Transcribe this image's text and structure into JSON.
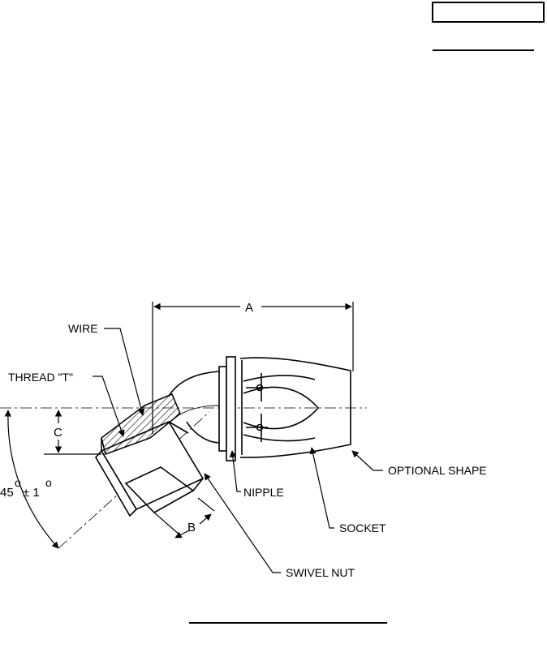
{
  "labels": {
    "wire": "WIRE",
    "thread": "THREAD \"T\"",
    "nipple": "NIPPLE",
    "socket": "SOCKET",
    "optional_shape": "OPTIONAL SHAPE",
    "swivel_nut": "SWIVEL NUT"
  },
  "dimensions": {
    "a": "A",
    "b": "B",
    "c": "C",
    "angle_value": "45",
    "angle_tolerance": "± 1",
    "degree_mark": "o"
  },
  "colors": {
    "ink": "#000000",
    "paper": "#ffffff"
  }
}
